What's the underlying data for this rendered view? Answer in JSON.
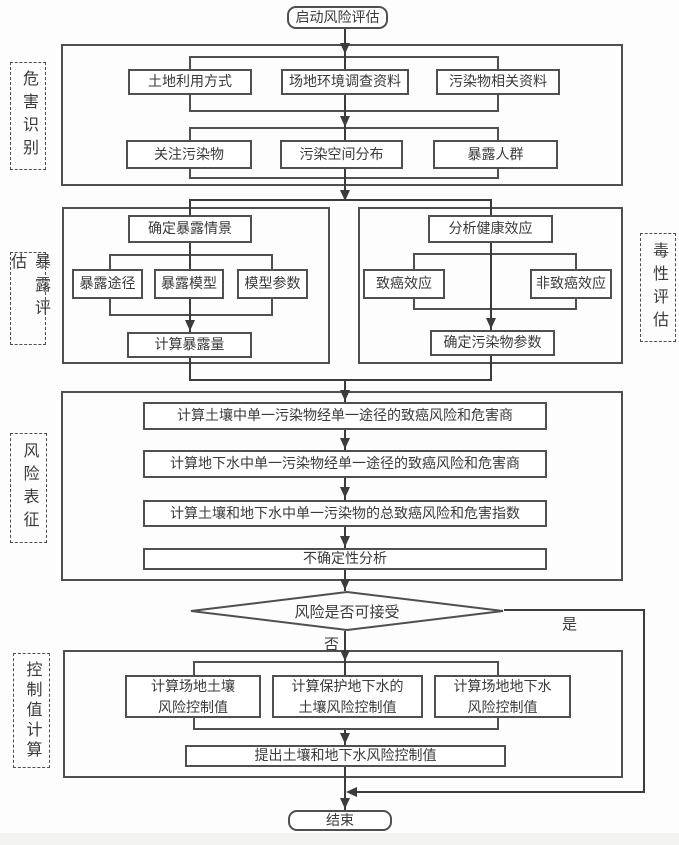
{
  "nodes": {
    "start": "启动风险评估",
    "end": "结束"
  },
  "decision": {
    "label": "风险是否可接受",
    "yes_label": "是",
    "no_label": "否"
  },
  "sections": {
    "hazard": {
      "label": "危害识别",
      "row1": [
        "土地利用方式",
        "场地环境调查资料",
        "污染物相关资料"
      ],
      "row2": [
        "关注污染物",
        "污染空间分布",
        "暴露人群"
      ]
    },
    "exposure": {
      "label": "暴露评估",
      "top": "确定暴露情景",
      "items": [
        "暴露途径",
        "暴露模型",
        "模型参数"
      ],
      "bottom": "计算暴露量"
    },
    "toxicity": {
      "label": "毒性评估",
      "top": "分析健康效应",
      "items": [
        "致癌效应",
        "非致癌效应"
      ],
      "bottom": "确定污染物参数"
    },
    "characterization": {
      "label": "风险表征",
      "steps": [
        "计算土壤中单一污染物经单一途径的致癌风险和危害商",
        "计算地下水中单一污染物经单一途径的致癌风险和危害商",
        "计算土壤和地下水中单一污染物的总致癌风险和危害指数",
        "不确定性分析"
      ]
    },
    "control": {
      "label": "控制值计算",
      "boxes": [
        {
          "line1": "计算场地土壤",
          "line2": "风险控制值"
        },
        {
          "line1": "计算保护地下水的",
          "line2": "土壤风险控制值"
        },
        {
          "line1": "计算场地地下水",
          "line2": "风险控制值"
        }
      ],
      "bottom": "提出土壤和地下水风险控制值"
    }
  },
  "colors": {
    "line": "#3b3b3b",
    "border": "#4f4f4f",
    "text": "#3a3a3a",
    "background": "#fdfdfd",
    "footer": "#f3f3f2"
  }
}
